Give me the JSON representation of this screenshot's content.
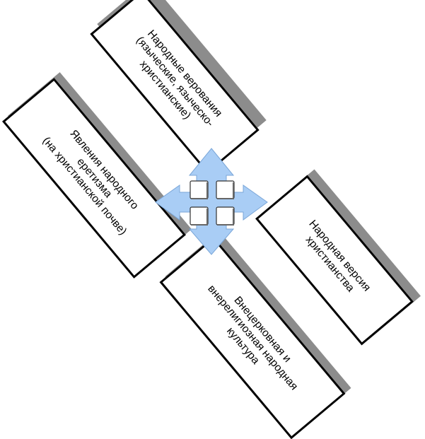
{
  "diagram": {
    "boxes": {
      "top": {
        "text": "Народные верования\n(языческие, языческо-\nхристианские)"
      },
      "left": {
        "text": "Явления народного\nеретизма\n(на христианской почве)"
      },
      "right": {
        "text": "Народная версия\nхристианства"
      },
      "bottom": {
        "text": "Внецерковная и\nвнерелигиозная народная\nкультура"
      }
    },
    "colors": {
      "box_fill": "#ffffff",
      "box_border": "#000000",
      "shadow": "#8c8c8c",
      "arrow_fill": "#a9cdf5",
      "arrow_stroke": "#7aa6d8"
    },
    "center_icon": "four-way-arrow-icon"
  }
}
